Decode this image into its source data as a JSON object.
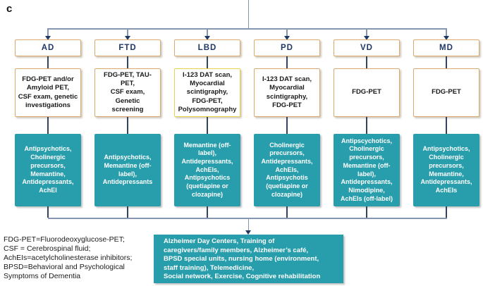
{
  "panel_label": "c",
  "colors": {
    "teal": "#289eac",
    "tan_border": "#dca96f",
    "yellow_border": "#e7d24b",
    "connector_line": "#8496b0",
    "stub_line": "#32455f",
    "navy_text": "#1f3864"
  },
  "columns": [
    {
      "label": "AD",
      "diagnostics": "FDG-PET and/or\nAmyloid PET,\nCSF exam, genetic\ninvestigations",
      "treatments": "Antipsychotics,\nCholinergic\nprecursors,\nMemantine,\nAntidepressants,\nAchEI"
    },
    {
      "label": "FTD",
      "diagnostics": "FDG-PET, TAU-\nPET,\nCSF exam,\nGenetic\nscreening",
      "treatments": "Antipsychotics,\nMemantine (off-\nlabel),\nAntidepressants"
    },
    {
      "label": "LBD",
      "diagnostics": "I-123 DAT scan,\nMyocardial\nscintigraphy,\nFDG-PET,\nPolysomnography",
      "treatments": "Memantine (off-\nlabel),\nAntidepressants,\nAchEIs,\nAntipsychotics\n(quetiapine or\nclozapine)"
    },
    {
      "label": "PD",
      "diagnostics": "I-123 DAT scan,\nMyocardial\nscintigraphy,\nFDG-PET",
      "treatments": "Cholinergic\nprecursors,\nAntidepressants,\nAchEIs,\nAntipsychotis\n(quetiapine or\nclozapine)"
    },
    {
      "label": "VD",
      "diagnostics": "FDG-PET",
      "treatments": "Antipscychotics,\nCholinergic\nprecursors,\nMemantine (off-\nlabel),\nAntidepressants,\nNimodipine,\nAchEIs (off-label)"
    },
    {
      "label": "MD",
      "diagnostics": "FDG-PET",
      "treatments": "Antipsychotics,\nCholinergic\nprecursors,\nMemantine,\nAntidepressants,\nAchEIs"
    }
  ],
  "psychosocial_box": "Alzheimer Day Centers, Training of\ncaregivers/family members, Alzheimer’s café,\nBPSD special units, nursing home (environment,\nstaff training), Telemedicine,\nSocial network, Exercise, Cognitive rehabilitation",
  "legend": "FDG-PET=Fluorodeoxyglucose-PET;\nCSF = Cerebrospinal fluid;\nAchEIs=acetylcholinesterase inhibitors;\nBPSD=Behavioral and Psychological\nSymptoms of Dementia"
}
